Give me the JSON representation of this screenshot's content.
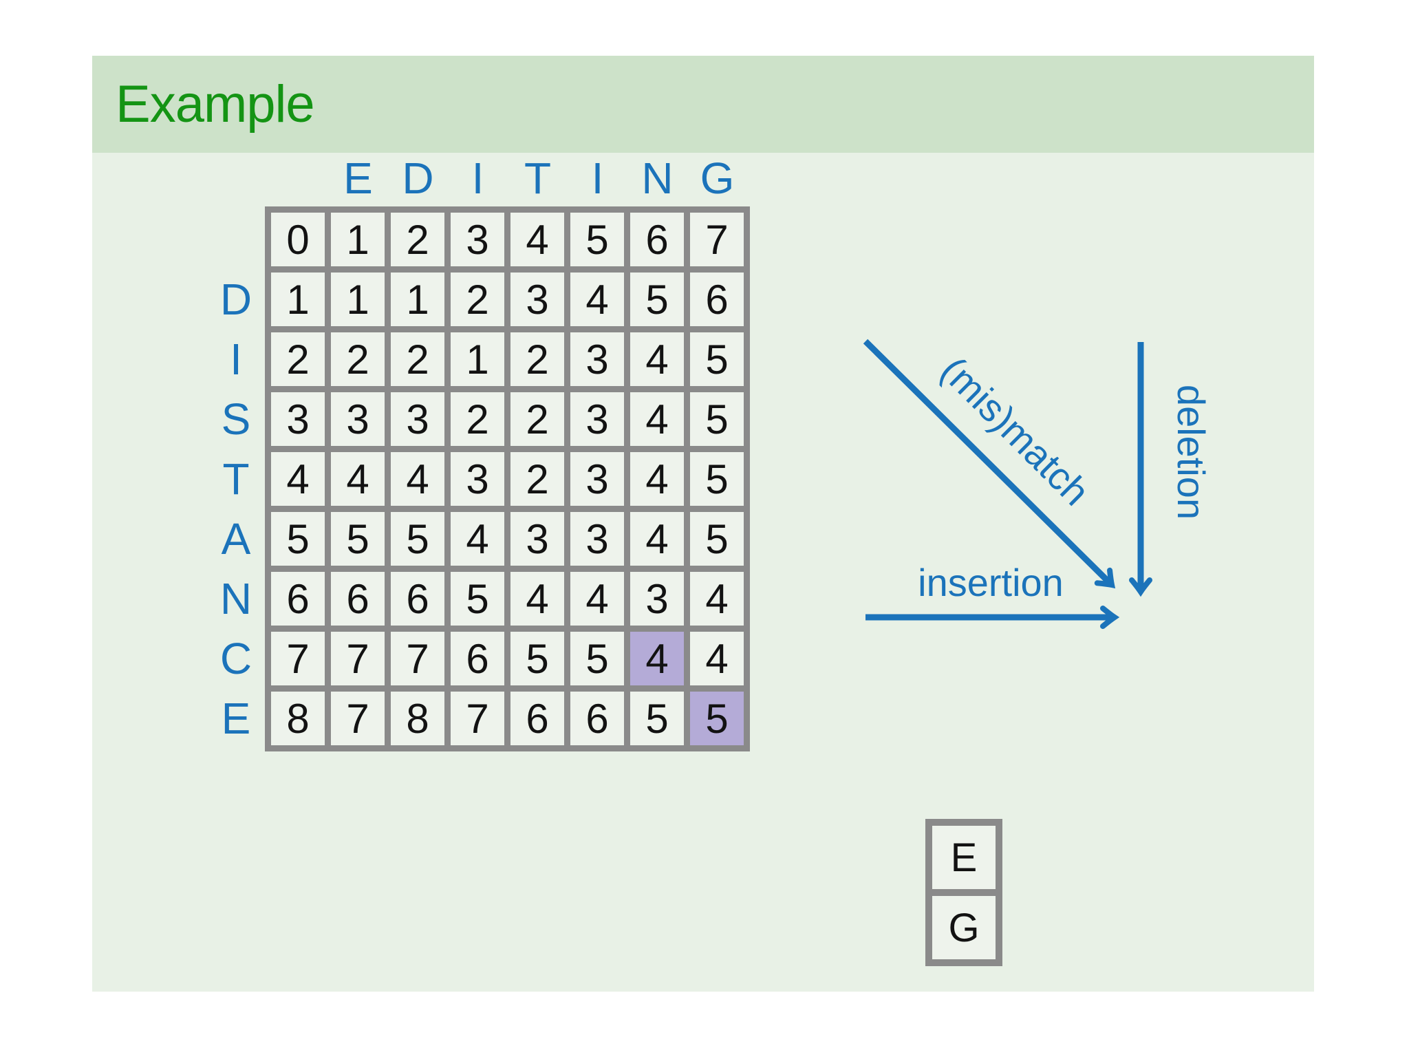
{
  "title": "Example",
  "colors": {
    "c-green": "#149414",
    "c-blue": "#1b73ba",
    "c-header": "#cde2c9",
    "c-body": "#e8f1e6",
    "c-cell": "#eef3ec",
    "c-border": "#8a8a8a",
    "c-hl": "#b4abd7"
  },
  "matrix": {
    "col_word": "EDITING",
    "row_word": "DISTANCE",
    "col_labels": [
      "E",
      "D",
      "I",
      "T",
      "I",
      "N",
      "G"
    ],
    "row_labels": [
      "D",
      "I",
      "S",
      "T",
      "A",
      "N",
      "C",
      "E"
    ],
    "values": [
      [
        0,
        1,
        2,
        3,
        4,
        5,
        6,
        7
      ],
      [
        1,
        1,
        1,
        2,
        3,
        4,
        5,
        6
      ],
      [
        2,
        2,
        2,
        1,
        2,
        3,
        4,
        5
      ],
      [
        3,
        3,
        3,
        2,
        2,
        3,
        4,
        5
      ],
      [
        4,
        4,
        4,
        3,
        2,
        3,
        4,
        5
      ],
      [
        5,
        5,
        5,
        4,
        3,
        3,
        4,
        5
      ],
      [
        6,
        6,
        6,
        5,
        4,
        4,
        3,
        4
      ],
      [
        7,
        7,
        7,
        6,
        5,
        5,
        4,
        4
      ],
      [
        8,
        7,
        8,
        7,
        6,
        6,
        5,
        5
      ]
    ],
    "highlighted_cells": [
      {
        "row": 7,
        "col": 6
      },
      {
        "row": 8,
        "col": 7
      }
    ]
  },
  "diagram": {
    "diagonal_label": "(mis)match",
    "vertical_label": "deletion",
    "horizontal_label": "insertion"
  },
  "alignment_box": {
    "top": "E",
    "bottom": "G"
  }
}
